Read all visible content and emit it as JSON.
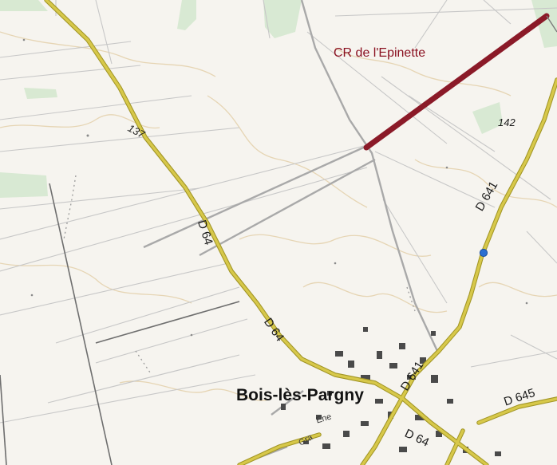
{
  "map": {
    "town_name": "Bois-lès-Pargny",
    "highlight_path": {
      "label": "CR de l'Epinette",
      "color": "#8b1a28"
    },
    "road_labels": [
      "D 64",
      "D 64",
      "D 641",
      "D 641",
      "D 645",
      "D 64"
    ],
    "elevations": [
      "137",
      "142"
    ],
    "street_fragments": [
      "Ene",
      "Gra"
    ],
    "colors": {
      "background": "#f6f4ef",
      "road": "#c9b840",
      "road_outline": "#9c8f2a",
      "field_lines": "#c8c8c8",
      "contours": "#e4d2b0",
      "woods": "#cfe3c8",
      "buildings": "#3e3e3e",
      "water_point": "#2b6fd1"
    },
    "markers": [
      {
        "name": "water-point",
        "icon": "blue-dot"
      }
    ]
  }
}
